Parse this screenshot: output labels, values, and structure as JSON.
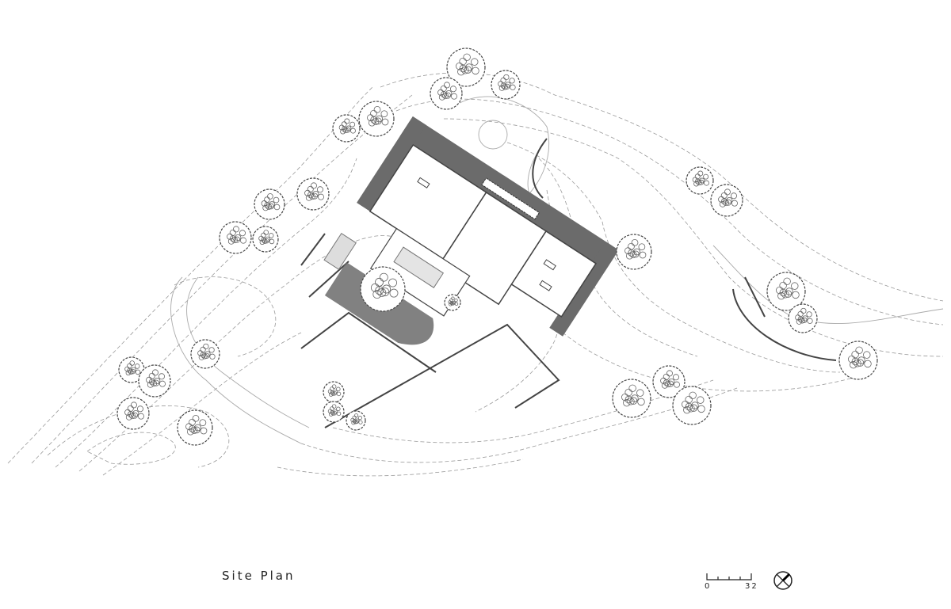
{
  "drawing": {
    "title": "Site Plan",
    "scale_bar": {
      "start_label": "0",
      "end_label": "32"
    },
    "north_symbol": "north-arrow-icon"
  },
  "colors": {
    "line": "#777777",
    "contour": "#9a9a9a",
    "shadow": "#6b6b6b",
    "ink": "#222222"
  }
}
